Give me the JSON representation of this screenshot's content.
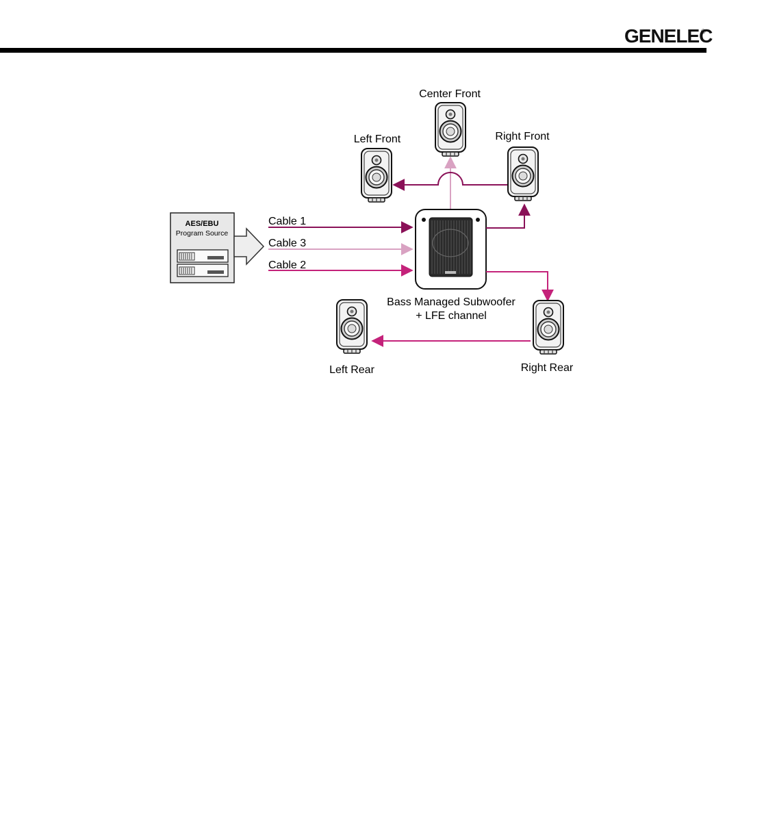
{
  "header": {
    "brand": "GENELEC",
    "registered_mark": "®"
  },
  "source": {
    "title": "AES/EBU",
    "subtitle": "Program Source"
  },
  "cables": [
    {
      "label": "Cable 1",
      "color": "#8a1158"
    },
    {
      "label": "Cable 3",
      "color": "#d9a2c2"
    },
    {
      "label": "Cable 2",
      "color": "#c4227a"
    }
  ],
  "subwoofer": {
    "label_line1": "Bass Managed Subwoofer",
    "label_line2": "+ LFE channel"
  },
  "speakers": {
    "center_front": "Center Front",
    "left_front": "Left Front",
    "right_front": "Right Front",
    "left_rear": "Left Rear",
    "right_rear": "Right Rear"
  },
  "colors": {
    "header_rule": "#000000",
    "cable_dark": "#8a1158",
    "cable_light": "#d9a2c2",
    "cable_mid": "#c4227a",
    "source_box": "#e8e8e8"
  }
}
